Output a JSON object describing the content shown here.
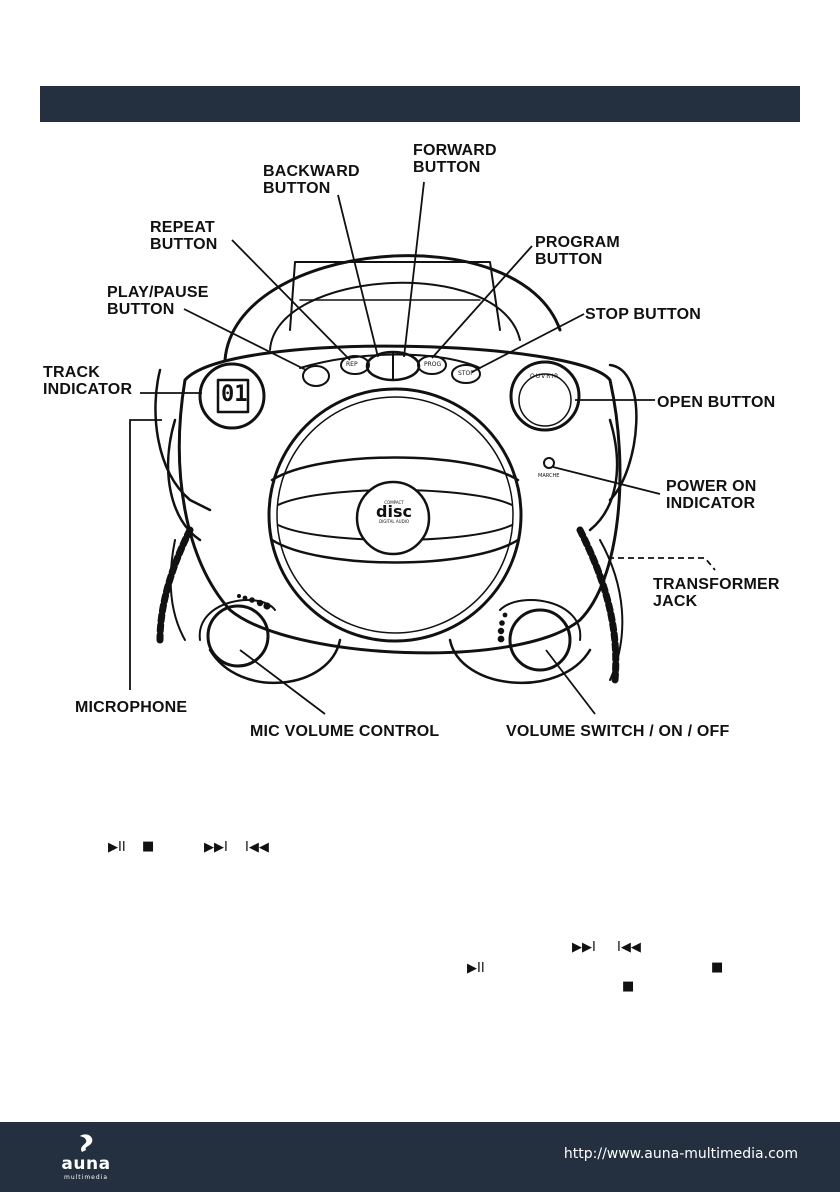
{
  "labels": {
    "backward": "BACKWARD\nBUTTON",
    "forward": "FORWARD\nBUTTON",
    "repeat": "REPEAT\nBUTTON",
    "program": "PROGRAM\nBUTTON",
    "play_pause": "PLAY/PAUSE\nBUTTON",
    "stop": "STOP BUTTON",
    "track": "TRACK\nINDICATOR",
    "open": "OPEN BUTTON",
    "power": "POWER ON\nINDICATOR",
    "transformer": "TRANSFORMER\nJACK",
    "microphone": "MICROPHONE",
    "mic_volume": "MIC VOLUME CONTROL",
    "volume_switch": "VOLUME SWITCH / ON / OFF"
  },
  "device_text": {
    "display": "01",
    "rep": "REP",
    "prog": "PROG",
    "stop_small": "STOP",
    "ouvrir": "OUVRIR",
    "marche": "MARCHE",
    "disc_top": "COMPACT",
    "disc_main": "disc",
    "disc_bottom": "DIGITAL AUDIO"
  },
  "symbols": {
    "play_pause": "▶II",
    "stop": "■",
    "next": "▶▶I",
    "prev": "I◀◀"
  },
  "footer": {
    "brand": "auna",
    "brand_sub": "multimedia",
    "url": "http://www.auna-multimedia.com"
  }
}
